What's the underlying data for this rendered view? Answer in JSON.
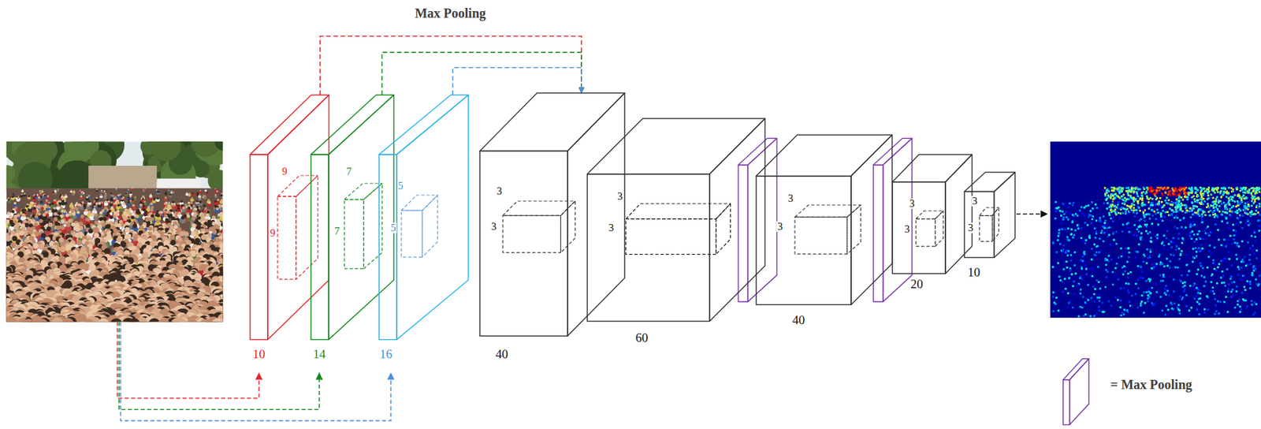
{
  "diagram": {
    "nodes": [
      {
        "text": [
          "10"
        ]
      },
      {
        "text": [
          "9",
          "9"
        ],
        "in": 0
      },
      {
        "text": [
          "14"
        ]
      },
      {
        "text": [
          "7",
          "7"
        ],
        "in": 2
      },
      {
        "text": [
          "16"
        ]
      },
      {
        "text": [
          "5",
          "5"
        ],
        "in": 4
      },
      {
        "text": [
          "40"
        ]
      },
      {
        "text": [
          "3",
          "3"
        ],
        "in": 6
      },
      {
        "text": [
          "60"
        ]
      },
      {
        "text": [
          "3",
          "3"
        ],
        "in": 8
      },
      {
        "text": [
          "40"
        ]
      },
      {
        "text": [
          "3",
          "3"
        ],
        "in": 10
      },
      {
        "text": [
          "20"
        ]
      },
      {
        "text": [
          "3",
          "3"
        ],
        "in": 12
      },
      {
        "text": [
          "10"
        ]
      },
      {
        "text": [
          "3",
          "3"
        ],
        "in": 14
      }
    ],
    "edges": [
      {
        "from": 0,
        "to": 6,
        "arrow": "to"
      },
      {
        "from": 2,
        "to": 6,
        "arrow": "to"
      },
      {
        "from": 4,
        "to": 6,
        "arrow": "to"
      }
    ],
    "labels": [
      "Max Pooling"
    ],
    "legend": [
      {
        "text": "= Max Pooling"
      }
    ]
  }
}
